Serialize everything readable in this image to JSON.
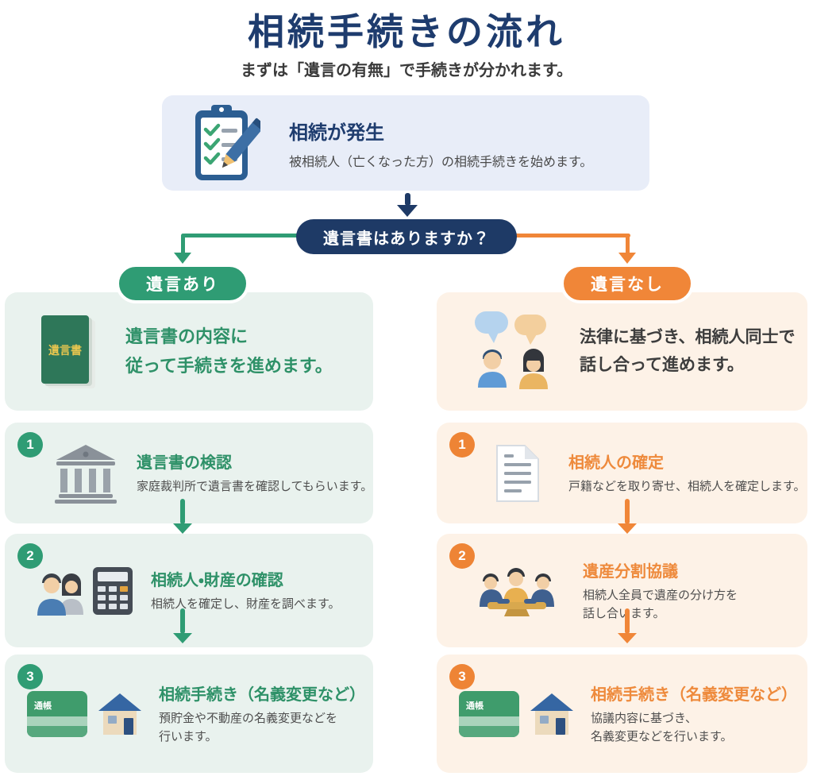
{
  "page": {
    "title": "相続手続きの流れ",
    "subtitle": "まずは「遺言の有無」で手続きが分かれます。"
  },
  "colors": {
    "navy": "#1e3a66",
    "green": "#2f9c74",
    "orange": "#f08638",
    "green_card_bg": "#e9f2ee",
    "orange_card_bg": "#fdf2e7",
    "start_card_bg": "#e8edf8"
  },
  "start": {
    "icon": "clipboard-checklist-icon",
    "title": "相続が発生",
    "description": "被相続人（亡くなった方）の相続手続きを始めます。"
  },
  "decision": {
    "question": "遺言書はありますか？"
  },
  "branch_yes": {
    "label": "遺言あり",
    "intro": {
      "icon": "will-book-icon",
      "book_label": "遺言書",
      "text": "遺言書の内容に\n従って手続きを進めます。"
    },
    "steps": [
      {
        "number": "1",
        "icon": "courthouse-icon",
        "title": "遺言書の検認",
        "description": "家庭裁判所で遺言書を確認してもらいます。"
      },
      {
        "number": "2",
        "icon": "people-calculator-icon",
        "title": "相続人・財産の確認",
        "description": "相続人を確定し、財産を調べます。"
      },
      {
        "number": "3",
        "icon": "passbook-house-icon",
        "passbook_label": "通帳",
        "title": "相続手続き（名義変更など）",
        "description": "預貯金や不動産の名義変更などを\n行います。"
      }
    ]
  },
  "branch_no": {
    "label": "遺言なし",
    "intro": {
      "icon": "chat-people-icon",
      "text": "法律に基づき、相続人同士で\n話し合って進めます。"
    },
    "steps": [
      {
        "number": "1",
        "icon": "document-icon",
        "title": "相続人の確定",
        "description": "戸籍などを取り寄せ、相続人を確定します。"
      },
      {
        "number": "2",
        "icon": "meeting-icon",
        "title": "遺産分割協議",
        "description": "相続人全員で遺産の分け方を\n話し合います。"
      },
      {
        "number": "3",
        "icon": "passbook-house-icon",
        "passbook_label": "通帳",
        "title": "相続手続き（名義変更など）",
        "description": "協議内容に基づき、\n名義変更などを行います。"
      }
    ]
  }
}
